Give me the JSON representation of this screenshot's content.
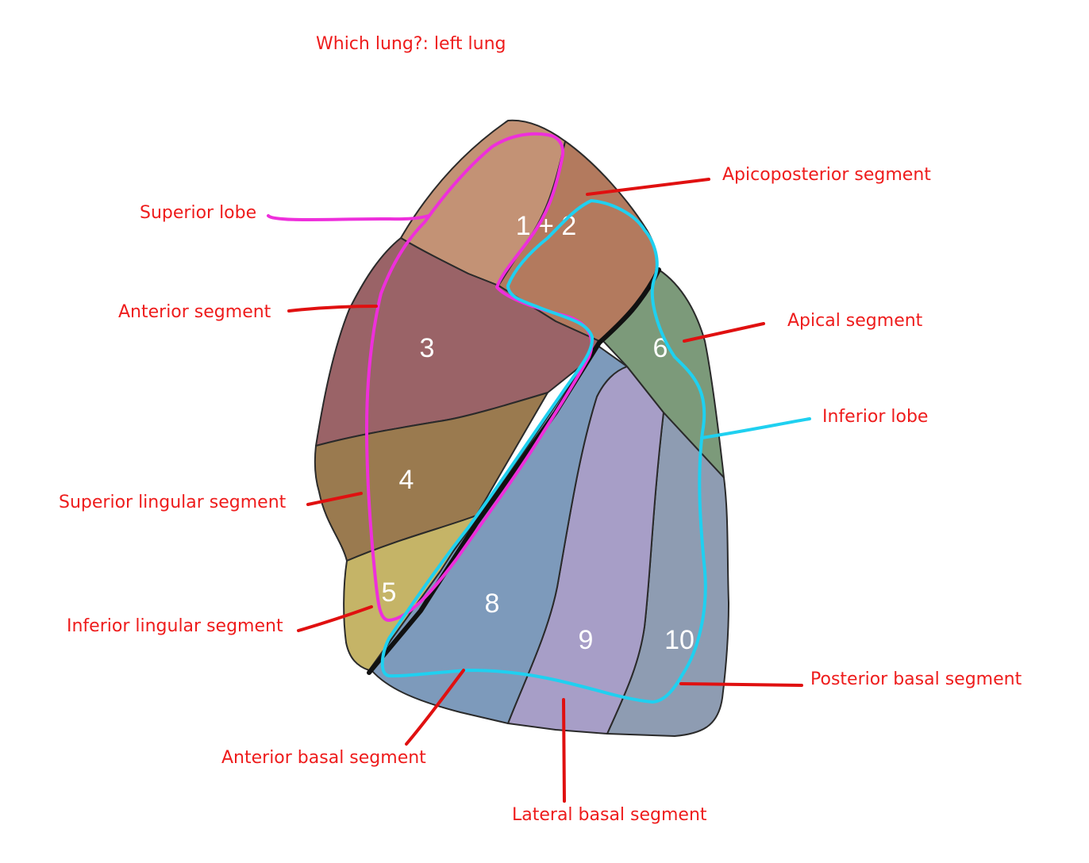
{
  "question": "Which lung?: left lung",
  "colors": {
    "annotation_text": "#ee1c1c",
    "pointer_red": "#e01010",
    "superior_lobe_outline": "#ee2fdb",
    "inferior_lobe_outline": "#1fd0f0",
    "segment_border": "#2a2a2a"
  },
  "segments": [
    {
      "number": "1 + 2",
      "name": "Apicoposterior segment"
    },
    {
      "number": "3",
      "name": "Anterior segment"
    },
    {
      "number": "4",
      "name": "Superior lingular segment"
    },
    {
      "number": "5",
      "name": "Inferior lingular segment"
    },
    {
      "number": "6",
      "name": "Apical segment"
    },
    {
      "number": "8",
      "name": "Anterior basal segment"
    },
    {
      "number": "9",
      "name": "Lateral basal segment"
    },
    {
      "number": "10",
      "name": "Posterior basal segment"
    }
  ],
  "labels": {
    "superior_lobe": "Superior lobe",
    "inferior_lobe": "Inferior lobe",
    "apicoposterior": "Apicoposterior segment",
    "anterior": "Anterior segment",
    "apical": "Apical segment",
    "superior_lingular": "Superior lingular segment",
    "inferior_lingular": "Inferior lingular segment",
    "anterior_basal": "Anterior basal segment",
    "lateral_basal": "Lateral basal segment",
    "posterior_basal": "Posterior basal segment"
  }
}
